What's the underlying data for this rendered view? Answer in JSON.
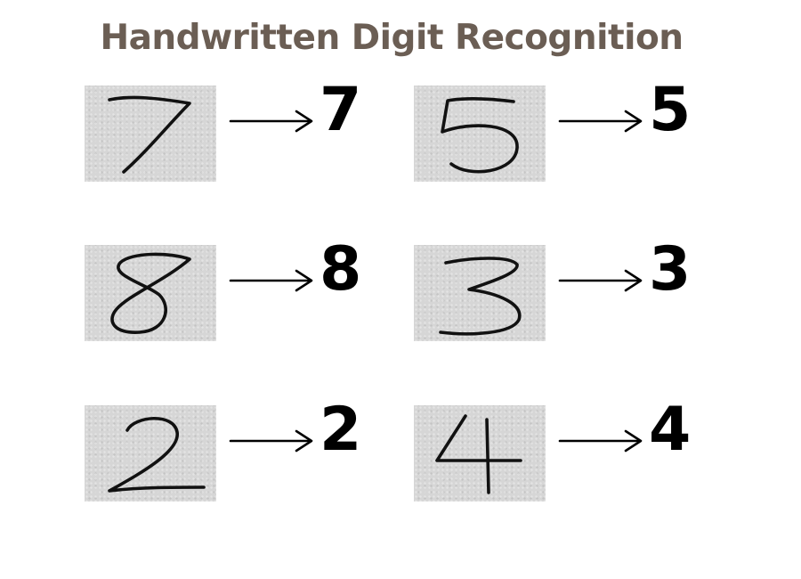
{
  "title": "Handwritten Digit Recognition",
  "pairs": [
    {
      "input_digit": "7",
      "recognized": "7"
    },
    {
      "input_digit": "5",
      "recognized": "5"
    },
    {
      "input_digit": "8",
      "recognized": "8"
    },
    {
      "input_digit": "3",
      "recognized": "3"
    },
    {
      "input_digit": "2",
      "recognized": "2"
    },
    {
      "input_digit": "4",
      "recognized": "4"
    }
  ],
  "arrow_icon": "right-arrow-icon",
  "colors": {
    "title": "#6b5e54",
    "tile_background": "#d6d6d6",
    "ink": "#111111"
  }
}
